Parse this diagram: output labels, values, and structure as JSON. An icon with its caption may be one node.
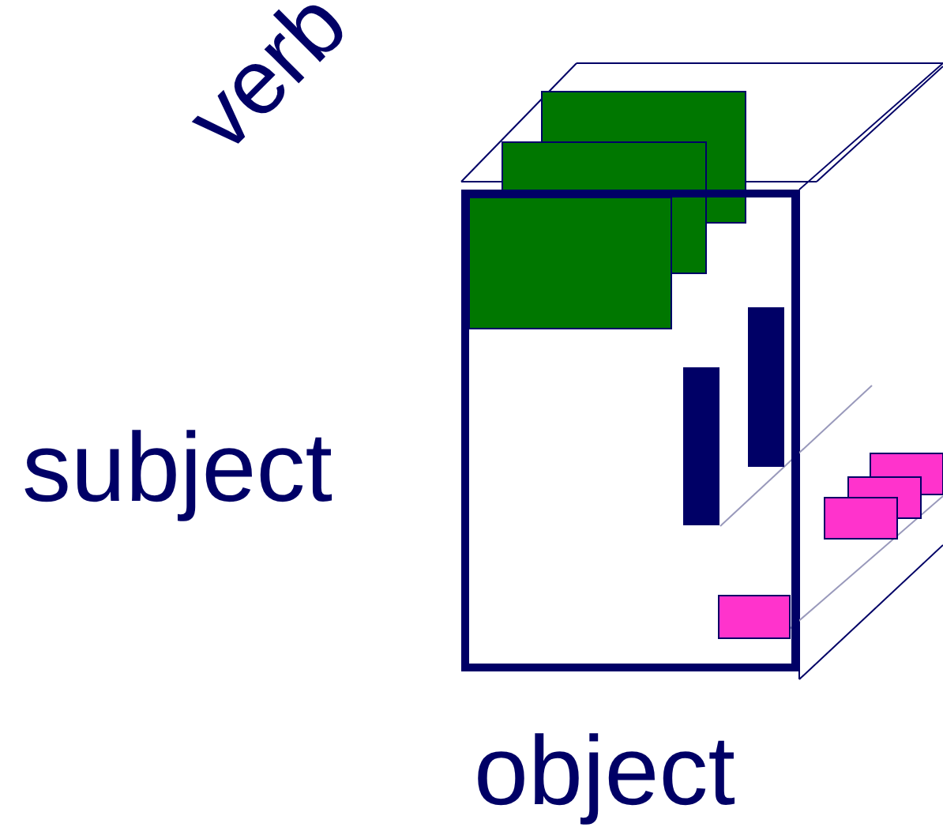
{
  "diagram": {
    "labels": [
      "verb",
      "subject",
      "object"
    ]
  }
}
